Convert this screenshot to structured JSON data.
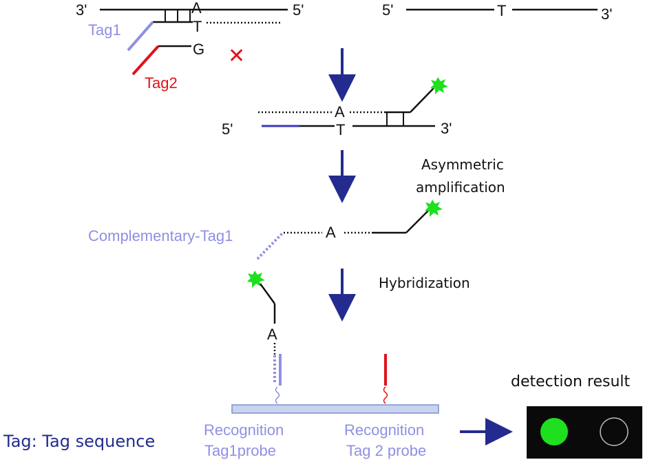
{
  "colors": {
    "black": "#111111",
    "tag1": "#8f8fe3",
    "tag1_dark": "#3a3ab8",
    "tag2": "#e0121a",
    "arrow": "#232b8f",
    "fluor": "#1ee01e",
    "strip": "#c8d3f0",
    "strip_border": "#7f8fc9",
    "panel": "#0a0a0a",
    "off_dot": "#bdbdbd"
  },
  "step1": {
    "left_3": "3'",
    "left_5": "5'",
    "A": "A",
    "T": "T",
    "G": "G",
    "tag1": "Tag1",
    "tag2": "Tag2",
    "cross": "✕",
    "right_5": "5'",
    "right_T": "T",
    "right_3": "3'"
  },
  "step2": {
    "A": "A",
    "T": "T",
    "p5": "5'",
    "p3": "3'",
    "label_line1": "Asymmetric",
    "label_line2": "amplification"
  },
  "step3": {
    "comp_tag": "Complementary-Tag1",
    "A": "A",
    "hyb": "Hybridization"
  },
  "step4": {
    "A": "A",
    "rec1_line1": "Recognition",
    "rec1_line2": "Tag1probe",
    "rec2_line1": "Recognition",
    "rec2_line2": "Tag 2 probe",
    "detection": "detection result",
    "legend": "Tag: Tag sequence"
  },
  "icons": [
    "fluorophore-star-icon",
    "cross-mark-icon",
    "down-arrow-icon",
    "right-arrow-icon"
  ]
}
